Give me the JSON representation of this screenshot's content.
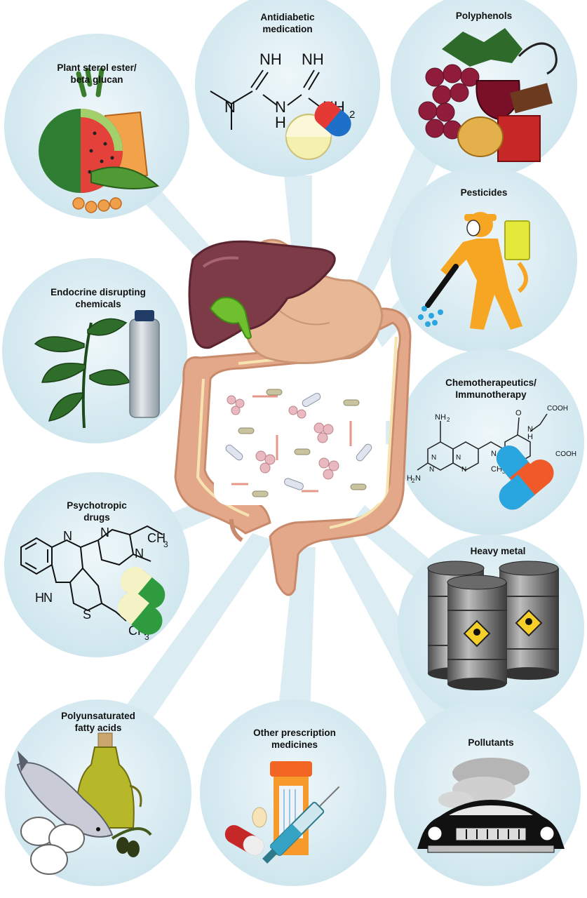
{
  "title": "",
  "center": {
    "organs": [
      "liver",
      "gallbladder",
      "stomach",
      "colon",
      "gut-microbiota"
    ]
  },
  "topics": [
    {
      "id": "plant-sterol",
      "label": "Plant sterol ester/\nbeta glucan",
      "icon": "fruit-vegetable-icon"
    },
    {
      "id": "antidiabetic",
      "label": "Antidiabetic\nmedication",
      "icon": "metformin-structure-icon"
    },
    {
      "id": "polyphenols",
      "label": "Polyphenols",
      "icon": "grapes-wine-chocolate-icon"
    },
    {
      "id": "pesticides",
      "label": "Pesticides",
      "icon": "sprayer-person-icon"
    },
    {
      "id": "endocrine",
      "label": "Endocrine disrupting\nchemicals",
      "icon": "plant-bottle-icon"
    },
    {
      "id": "chemo",
      "label": "Chemotherapeutics/\nImmunotherapy",
      "icon": "methotrexate-structure-icon"
    },
    {
      "id": "psychotropic",
      "label": "Psychotropic\ndrugs",
      "icon": "olanzapine-structure-icon"
    },
    {
      "id": "heavy-metal",
      "label": "Heavy metal",
      "icon": "toxic-barrels-icon"
    },
    {
      "id": "pufa",
      "label": "Polyunsaturated\nfatty acids",
      "icon": "fish-oil-icon"
    },
    {
      "id": "other-rx",
      "label": "Other prescription\nmedicines",
      "icon": "pill-bottle-syringe-icon"
    },
    {
      "id": "pollutants",
      "label": "Pollutants",
      "icon": "car-exhaust-icon"
    }
  ],
  "chem": {
    "metformin": {
      "nh_left": "NH",
      "nh_right": "NH",
      "n_left": "N",
      "n_mid": "N",
      "h": "H",
      "nh2": "NH",
      "sub2": "2"
    },
    "methotrexate": {
      "nh2_top": "NH",
      "sub_top": "2",
      "h2n": "H",
      "h2n_n": "N",
      "sub_left": "2",
      "n_methyl": "N",
      "ch3": "CH",
      "sub_ch3": "3",
      "o": "O",
      "nh": "N",
      "h": "H",
      "cooh_top": "COOH",
      "cooh_bottom": "COOH",
      "n1": "N",
      "n2": "N",
      "n3": "N",
      "n4": "N"
    },
    "olanzapine": {
      "n_ring": "N",
      "nh": "N",
      "h": "H",
      "s": "S",
      "n_pip1": "N",
      "n_pip2": "N",
      "ch3_top": "CH",
      "sub_top": "3",
      "ch3_bottom": "CH",
      "sub_bottom": "3"
    }
  },
  "colors": {
    "circle": "#dcedf3",
    "ray": "#bfe0ec",
    "liver": "#7c3b46",
    "stomach": "#e8b896",
    "colon": "#e3a88a"
  }
}
